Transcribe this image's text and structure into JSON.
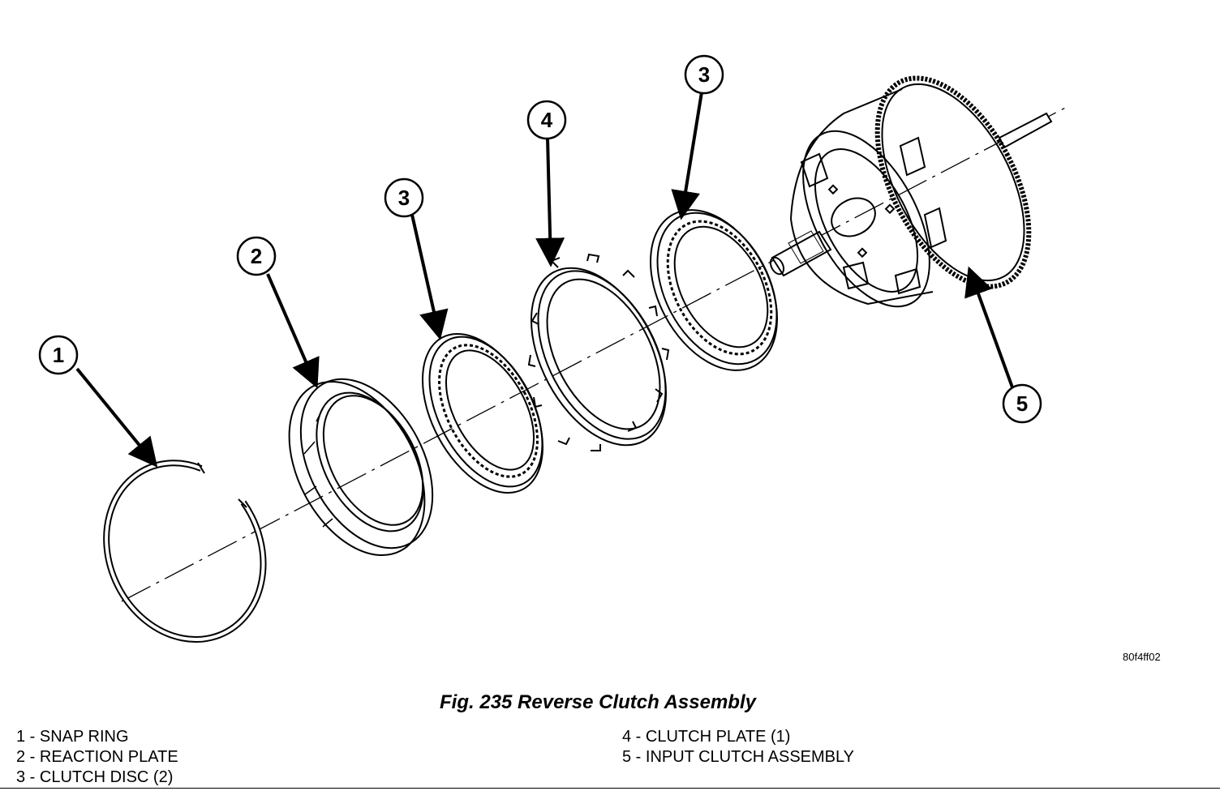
{
  "callouts": [
    "1",
    "2",
    "3",
    "4",
    "3",
    "5"
  ],
  "figure_code": "80f4ff02",
  "caption": "Fig. 235 Reverse Clutch Assembly",
  "legend": {
    "left": [
      "1 - SNAP RING",
      "2 - REACTION PLATE",
      "3 - CLUTCH DISC (2)"
    ],
    "right": [
      "4 - CLUTCH PLATE (1)",
      "5 - INPUT CLUTCH ASSEMBLY"
    ]
  }
}
